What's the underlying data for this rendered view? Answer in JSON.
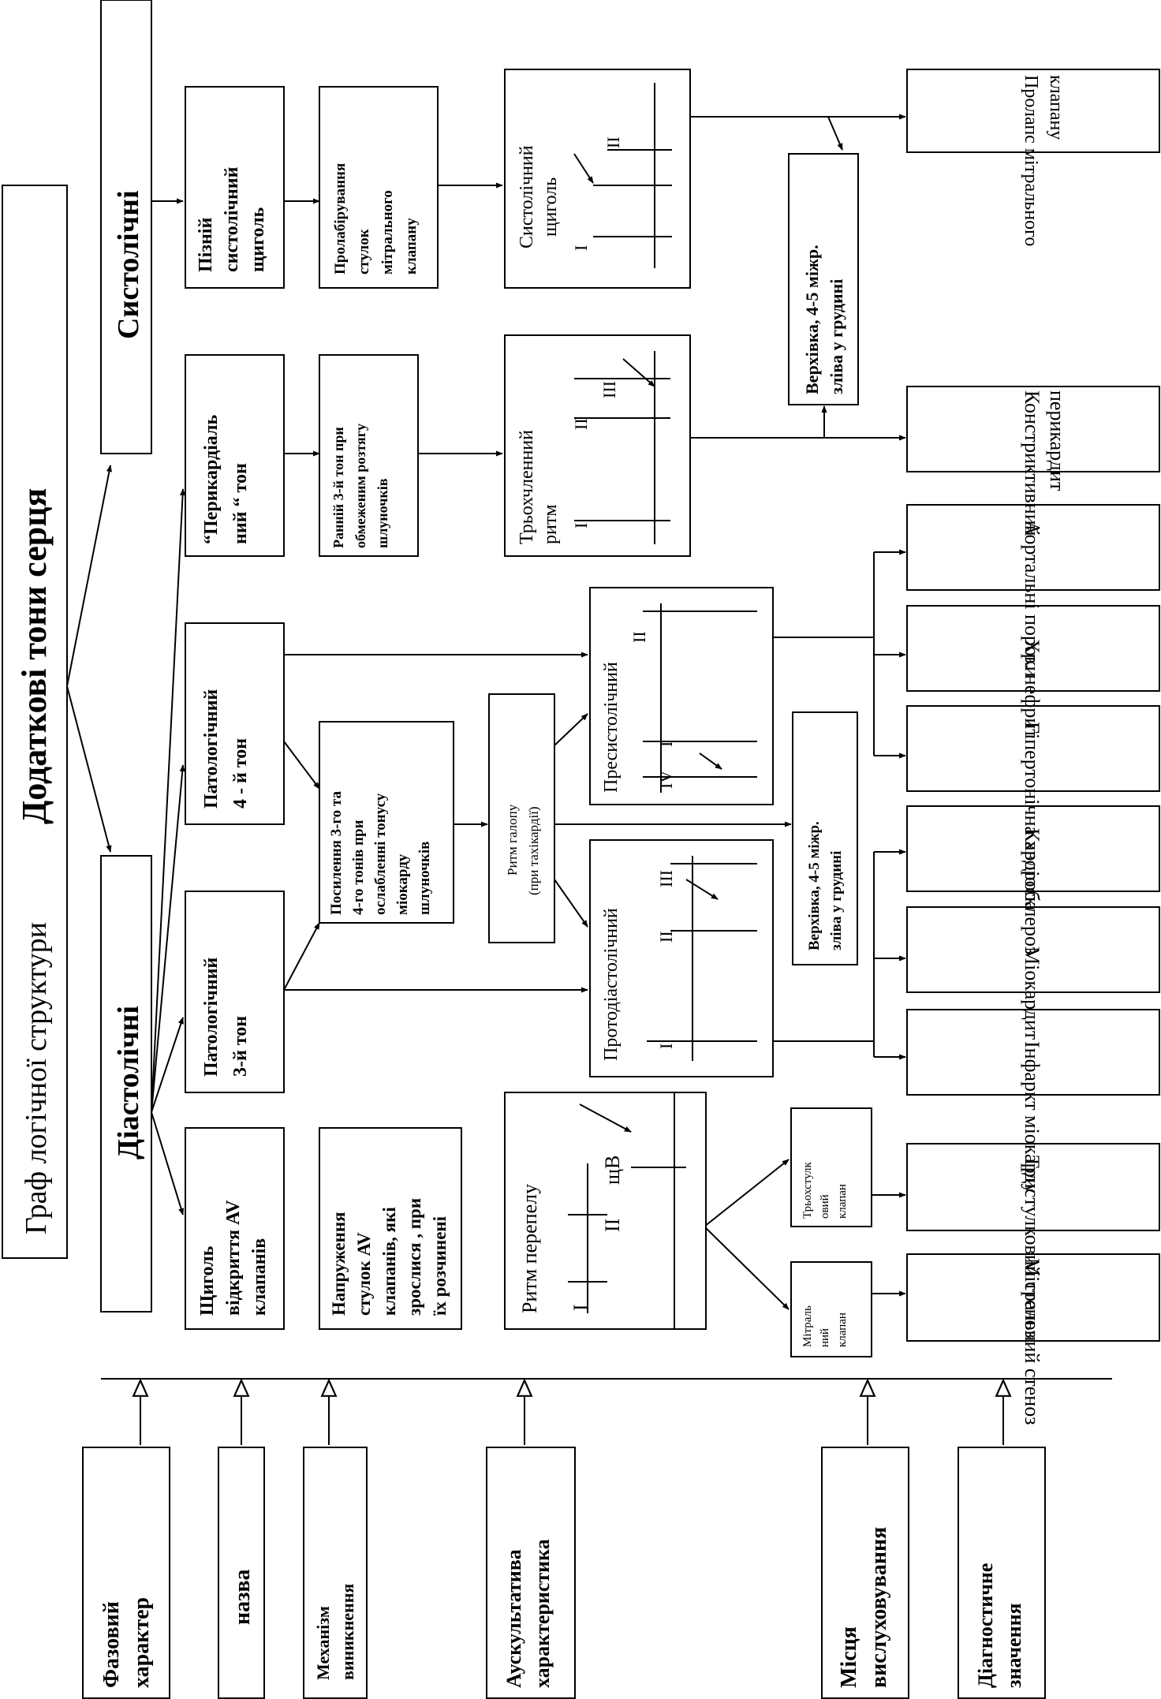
{
  "title": {
    "line1": "Граф логічної структури",
    "line2": "Додаткові тони серця"
  },
  "phases": {
    "diastolic": "Діастолічні",
    "systolic": "Систолічні"
  },
  "categories": {
    "phase": [
      "Фазовий",
      "характер"
    ],
    "name": "назва",
    "mechanism": [
      "Механізм",
      "виникнення"
    ],
    "auscultation": [
      "Аускультатива",
      "характеристика"
    ],
    "location": [
      "Місця",
      "вислуховування"
    ],
    "diagnostic": [
      "Діагностичне",
      "значення"
    ]
  },
  "names": {
    "opening_snap": [
      "Щиголь",
      "відкриття AV",
      "клапанів"
    ],
    "third_tone": [
      "Патологічний",
      "3-й тон"
    ],
    "fourth_tone": [
      "Патологічний",
      "4 - й тон"
    ],
    "pericardial": [
      "“Перикардіаль",
      "ний “ тон"
    ],
    "late_click": [
      "Пізній",
      "систолічний",
      "щиголь"
    ]
  },
  "mechanisms": {
    "opening_snap": [
      "Напруження",
      "стулок AV",
      "клапанів, які",
      "зрослися , при",
      "їх розчинені"
    ],
    "gallop": [
      "Посилення 3-го та",
      "4-го тонів при",
      "ослабленні тонусу",
      "міокарду",
      "шлуночків"
    ],
    "pericardial": [
      "Ранній 3-й тон при",
      "обмеженим розтягу",
      "шлуночків"
    ],
    "prolapse": [
      "Пролабірування",
      "стулок",
      "мітрального",
      "клапану"
    ]
  },
  "auscultation": {
    "quail": {
      "title": "Ритм перепелу",
      "labels": [
        "I",
        "II",
        "щВ"
      ]
    },
    "gallop": [
      "Ритм галопу",
      "(при тахікардії)"
    ],
    "protodiastolic": {
      "title": "Протодіастолічний",
      "labels": [
        "I",
        "II",
        "III"
      ]
    },
    "presystolic": {
      "title": "Пресистолічний",
      "labels": [
        "IV",
        "I",
        "II"
      ]
    },
    "triple": {
      "title": [
        "Трьохчленний",
        "ритм"
      ],
      "labels": [
        "I",
        "II",
        "III"
      ]
    },
    "systolic_click": {
      "title": [
        "Систолічний",
        "щиголь"
      ],
      "labels": [
        "I",
        "II"
      ]
    }
  },
  "locations": {
    "mitral": [
      "Мітраль",
      "ний",
      "клапан"
    ],
    "tricuspid": [
      "Трьохстулк",
      "овий",
      "клапан"
    ],
    "apex_diastolic": [
      "Верхівка, 4-5 міжр.",
      "зліва у грудині"
    ],
    "apex_systolic": [
      "Верхівка, 4-5 міжр.",
      "зліва у грудині"
    ]
  },
  "diagnoses": {
    "mitral_stenosis": "Мітральний стеноз",
    "tricuspid_stenosis": "Тристулковий стеноз",
    "infarction": "Інфаркт міокарду",
    "myocarditis": "Міокардит",
    "cardiosclerosis": "Кардіосклероз",
    "hypertension": "Гіпертонічна хвороба",
    "nephritis": "Хр. нефрит",
    "aortic_defects": "Аортальні пороки",
    "pericarditis": [
      "Констриктивний",
      "перикардит"
    ],
    "mitral_prolapse": [
      "Пролапс мітрального",
      "клапану"
    ]
  }
}
